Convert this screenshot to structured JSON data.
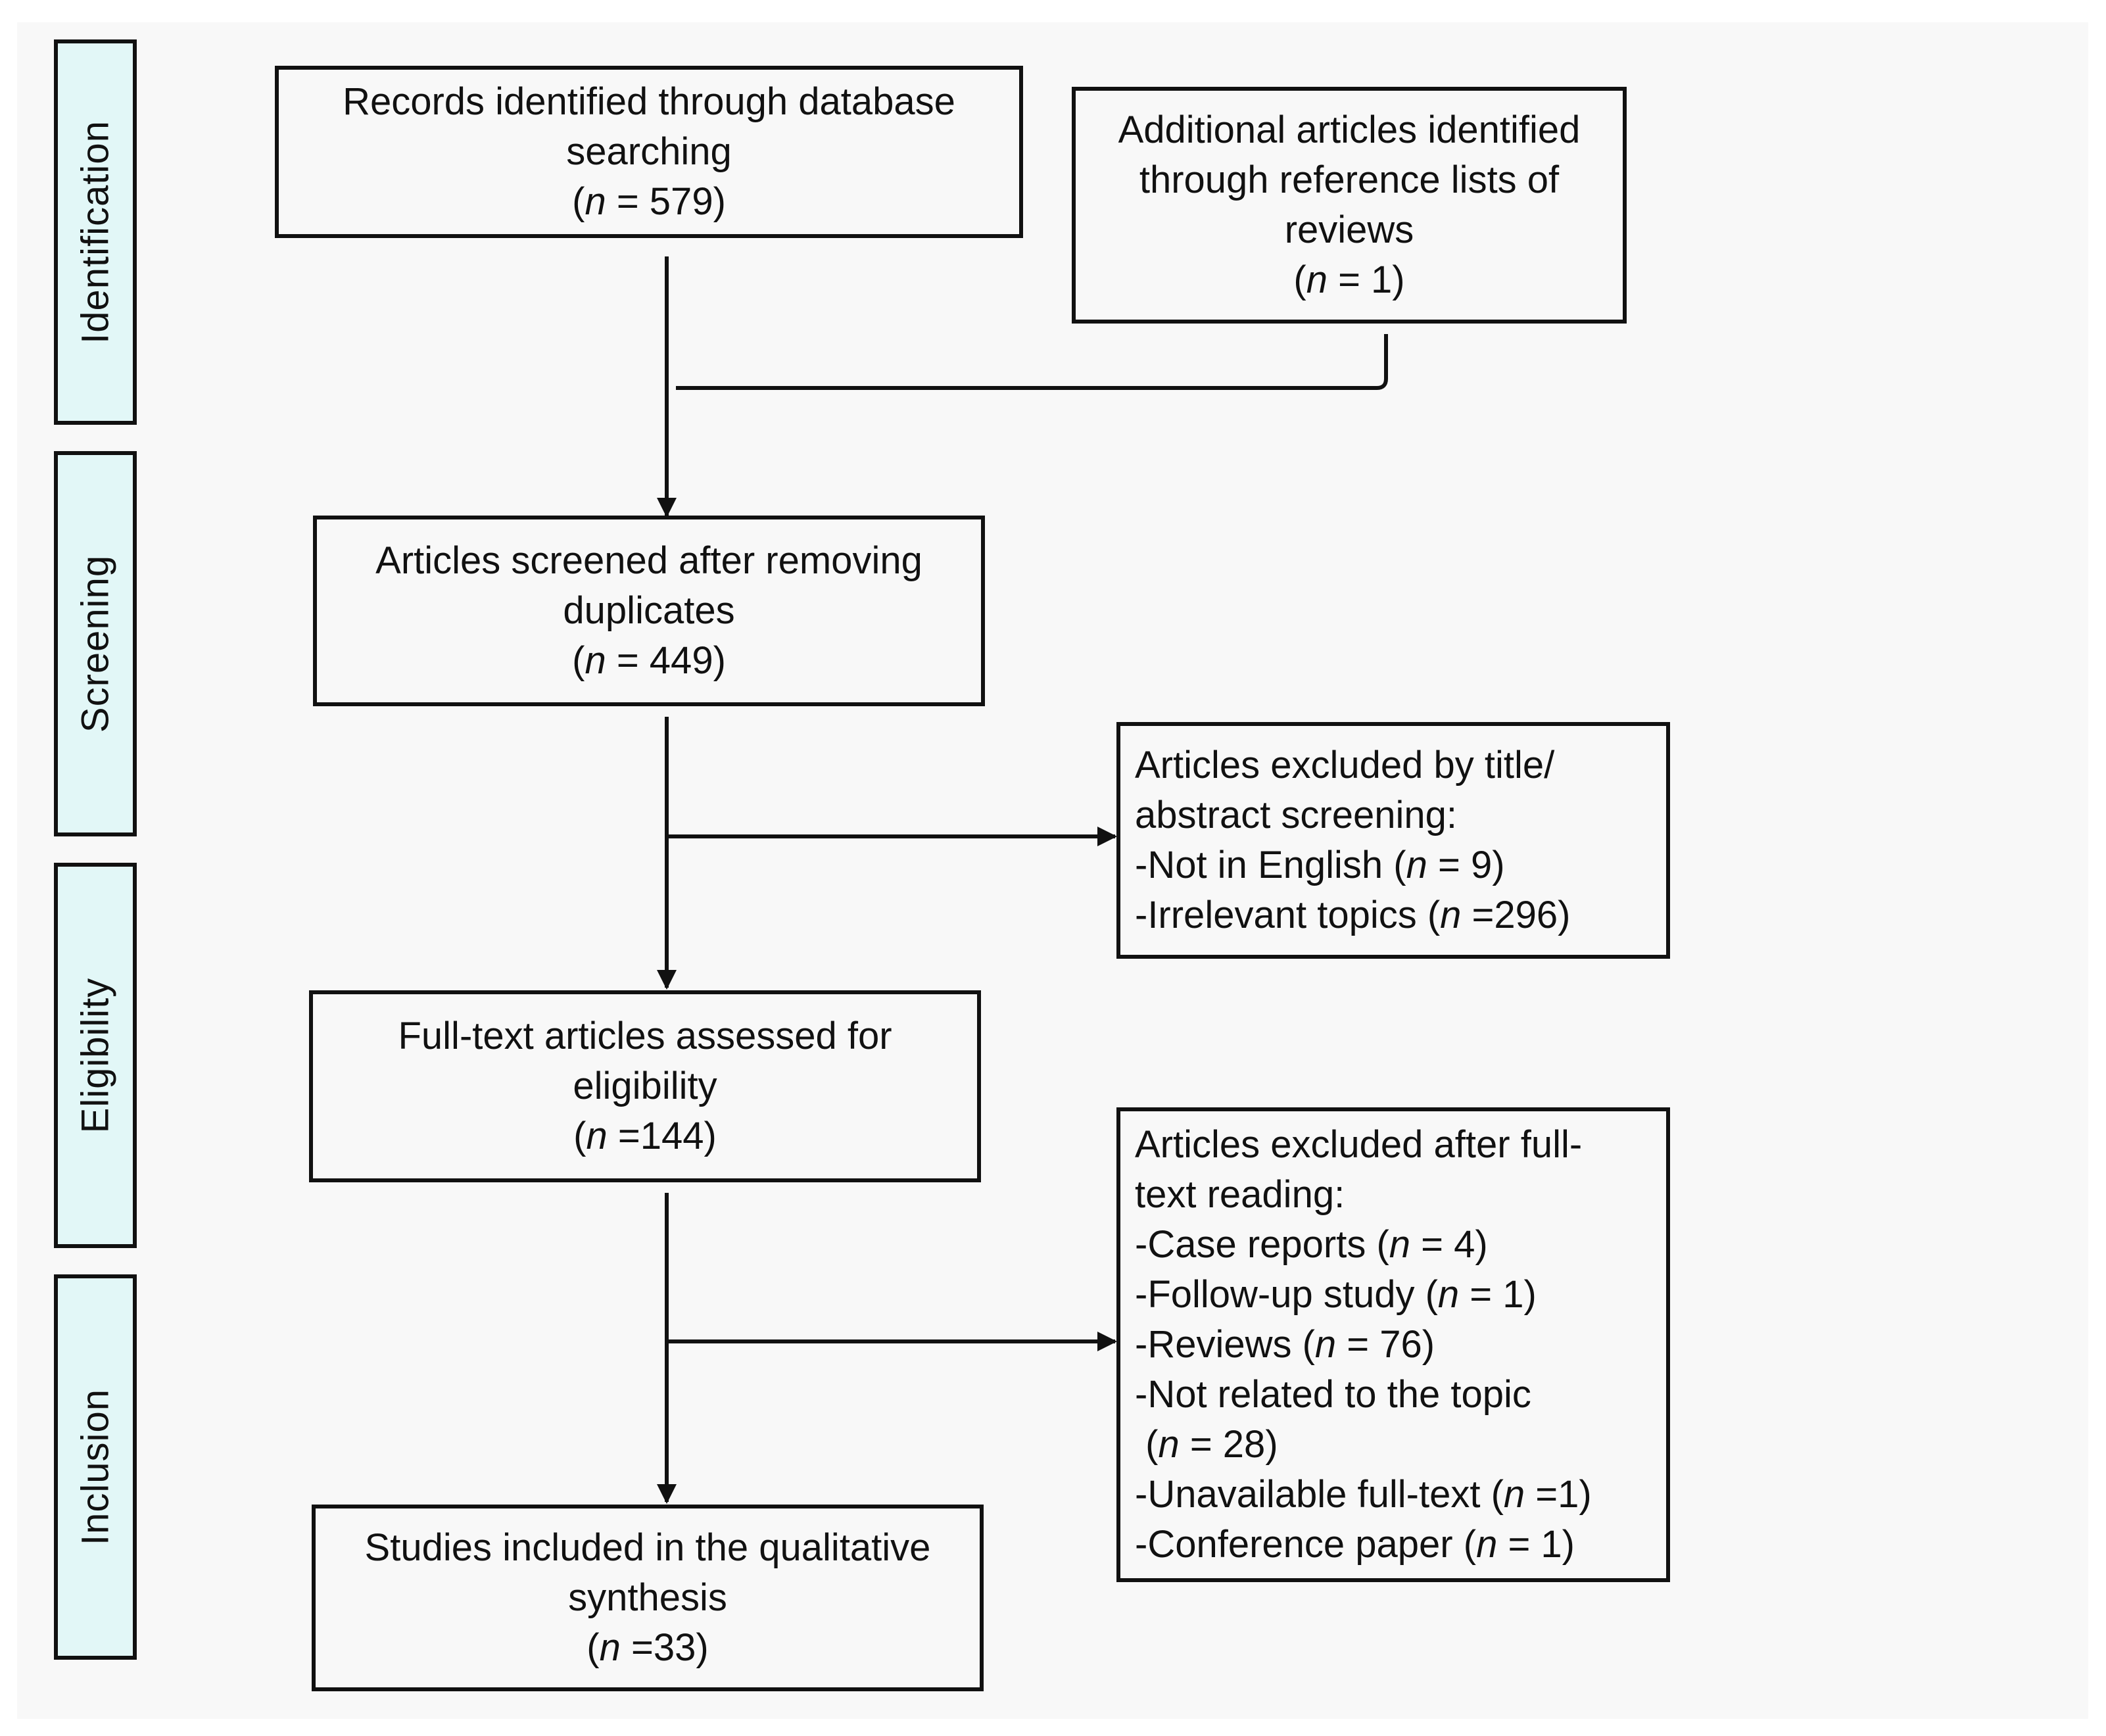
{
  "stages": [
    {
      "label": "Identification"
    },
    {
      "label": "Screening"
    },
    {
      "label": "Eligibility"
    },
    {
      "label": "Inclusion"
    }
  ],
  "boxes": {
    "records_identified": {
      "lines": [
        "Records identified through database",
        "searching"
      ],
      "count_prefix": "(",
      "n_symbol": "n",
      "count_suffix": " = 579)",
      "n": 579
    },
    "additional_articles": {
      "lines": [
        "Additional articles identified",
        "through reference lists of",
        "reviews"
      ],
      "count_prefix": "(",
      "n_symbol": "n",
      "count_suffix": " = 1)",
      "n": 1
    },
    "articles_screened": {
      "lines": [
        "Articles screened  after removing",
        "duplicates"
      ],
      "count_prefix": "(",
      "n_symbol": "n",
      "count_suffix": " = 449)",
      "n": 449
    },
    "excluded_title_abstract": {
      "lines": [
        "Articles excluded by title/",
        "abstract screening:"
      ],
      "items": [
        {
          "prefix": "-Not in English  (",
          "n_symbol": "n",
          "suffix": " = 9)",
          "n": 9
        },
        {
          "prefix": "-Irrelevant topics (",
          "n_symbol": "n",
          "suffix": " =296)",
          "n": 296
        }
      ]
    },
    "full_text_assessed": {
      "lines": [
        "Full-text articles assessed for",
        "eligibility"
      ],
      "count_prefix": "(",
      "n_symbol": "n",
      "count_suffix": " =144)",
      "n": 144
    },
    "excluded_full_text": {
      "lines": [
        "Articles excluded after full-",
        "text reading:"
      ],
      "items": [
        {
          "prefix": "-Case reports  (",
          "n_symbol": "n",
          "suffix": " =  4)",
          "n": 4
        },
        {
          "prefix": "-Follow-up study (",
          "n_symbol": "n",
          "suffix": " = 1)",
          "n": 1
        },
        {
          "prefix": "-Reviews (",
          "n_symbol": "n",
          "suffix": " = 76)",
          "n": 76
        },
        {
          "prefix": "-Not related to the topic",
          "n_symbol": "",
          "suffix": "",
          "n": null
        },
        {
          "prefix": " (",
          "n_symbol": "n",
          "suffix": " = 28)",
          "n": 28
        },
        {
          "prefix": "-Unavailable full-text (",
          "n_symbol": "n",
          "suffix": " =1)",
          "n": 1
        },
        {
          "prefix": "-Conference paper (",
          "n_symbol": "n",
          "suffix": " = 1)",
          "n": 1
        }
      ]
    },
    "studies_included": {
      "lines": [
        "Studies included in the qualitative",
        "synthesis"
      ],
      "count_prefix": "(",
      "n_symbol": "n",
      "count_suffix": " =33)",
      "n": 33
    }
  },
  "colors": {
    "stage_fill": "#e2f7f7",
    "stroke": "#111111",
    "background": "#f8f8f8"
  }
}
